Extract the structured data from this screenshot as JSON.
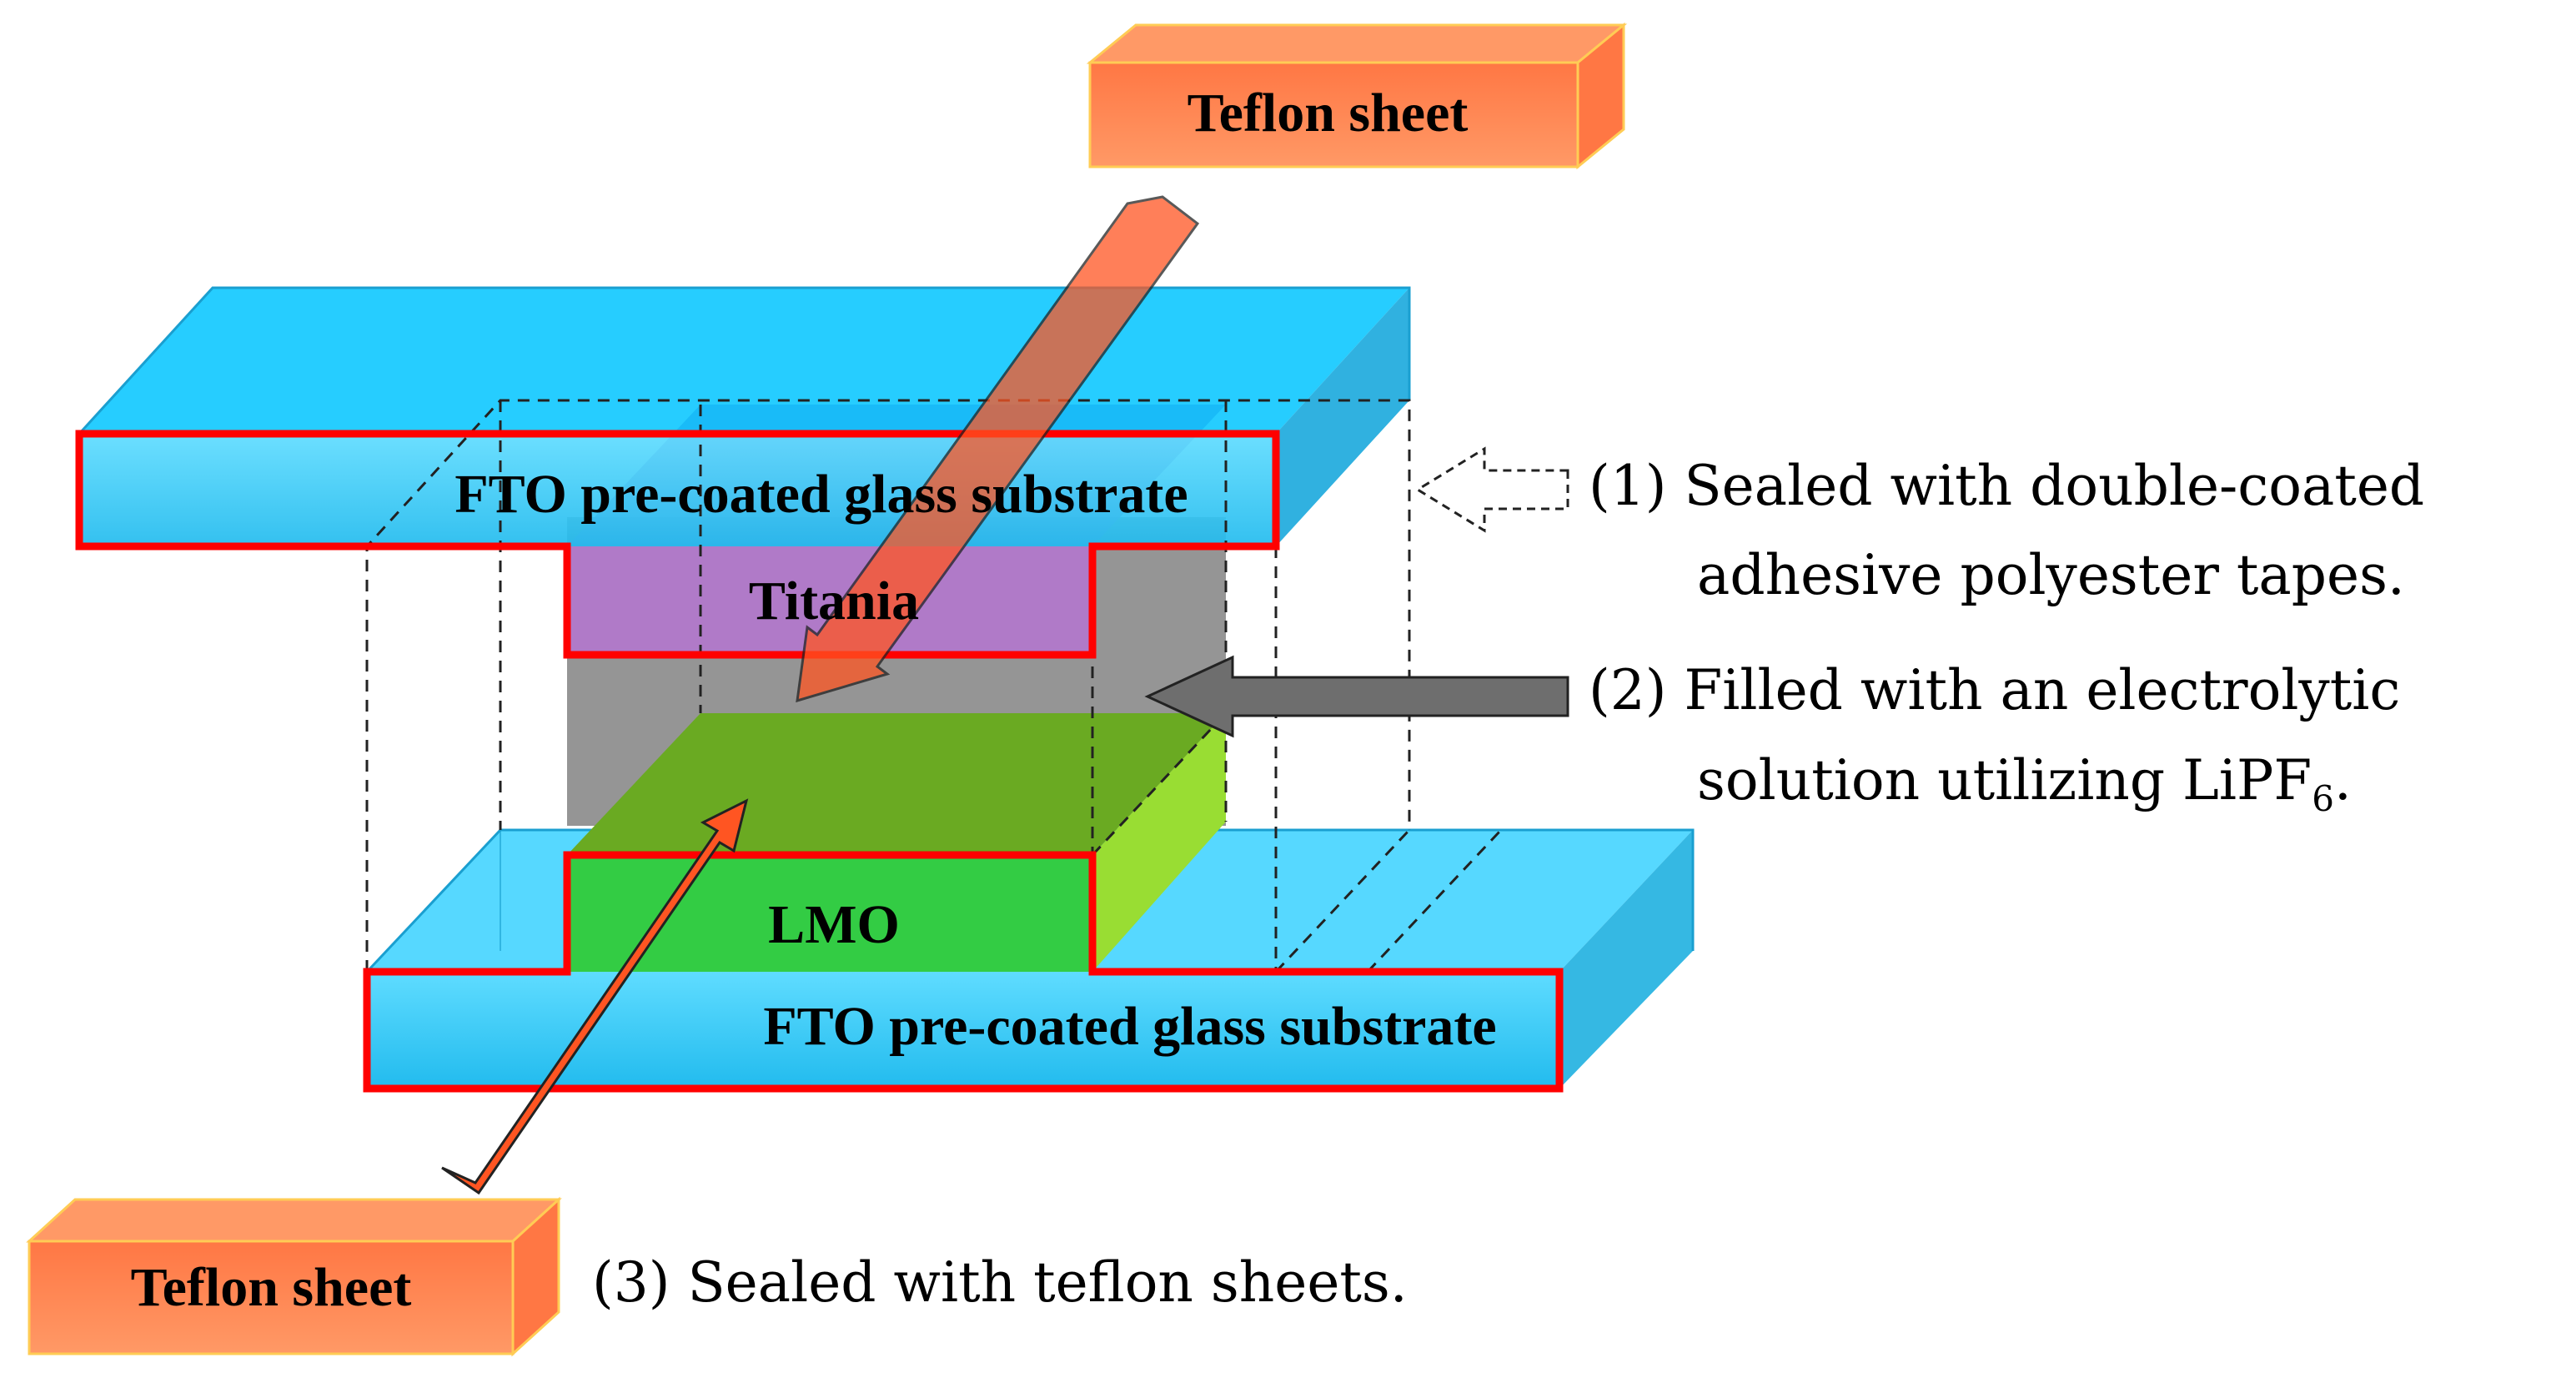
{
  "labels": {
    "teflon_top": "Teflon sheet",
    "teflon_bottom": "Teflon sheet",
    "fto_top": "FTO pre-coated glass substrate",
    "fto_bottom": "FTO pre-coated glass substrate",
    "titania": "Titania",
    "lmo": "LMO"
  },
  "steps": {
    "step1_line1": "(1) Sealed with double-coated",
    "step1_line2": "adhesive polyester tapes.",
    "step2_line1": "(2) Filled with an electrolytic",
    "step2_line2_text": "solution utilizing LiPF",
    "step2_line2_sub": "6",
    "step2_line2_end": ".",
    "step3": "(3) Sealed with teflon sheets."
  },
  "colors": {
    "glass": "#33ccff",
    "teflon": "#ff6633",
    "titania": "#b077cc",
    "lmo": "#44bb33",
    "electrolyte": "#999999",
    "seal": "#ff0000",
    "arrow_fill": "#ff5522",
    "grey_arrow": "#777777"
  }
}
